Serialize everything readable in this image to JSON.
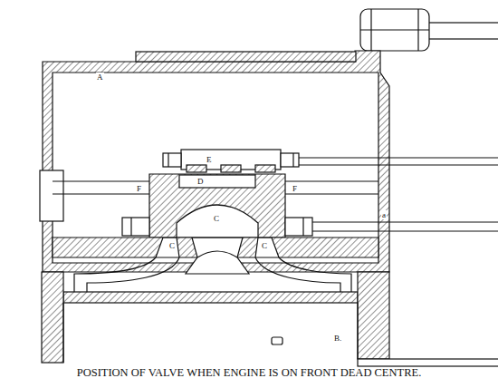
{
  "diagram": {
    "caption": "POSITION OF VALVE WHEN ENGINE IS ON FRONT DEAD CENTRE.",
    "labels": [
      "A",
      "E",
      "D",
      "F",
      "F",
      "C",
      "C",
      "C",
      "B.",
      "a"
    ]
  }
}
